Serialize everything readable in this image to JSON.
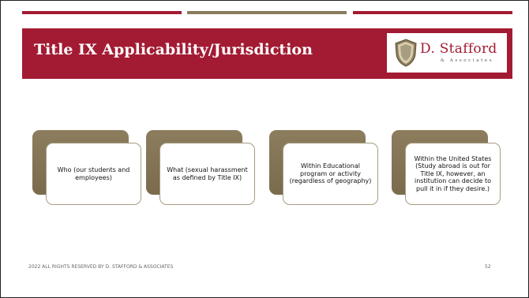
{
  "slide": {
    "title": "Title IX Applicability/Jurisdiction",
    "logo": {
      "name": "D. Stafford",
      "subtitle": "& Associates"
    },
    "cards": [
      {
        "text": "Who (our students and employees)"
      },
      {
        "text": "What (sexual harassment as defined by Title IX)"
      },
      {
        "text": "Within Educational program or activity (regardless of geography)"
      },
      {
        "text": "Within the United States (Study abroad is out for Title IX, however, an institution can decide to pull it in if they desire.)"
      }
    ],
    "footer": "2022 ALL RIGHTS RESERVED BY D. STAFFORD & ASSOCIATES",
    "page_number": "52"
  },
  "colors": {
    "accent": "#a31b33",
    "card_back": "#8d7d5f"
  }
}
